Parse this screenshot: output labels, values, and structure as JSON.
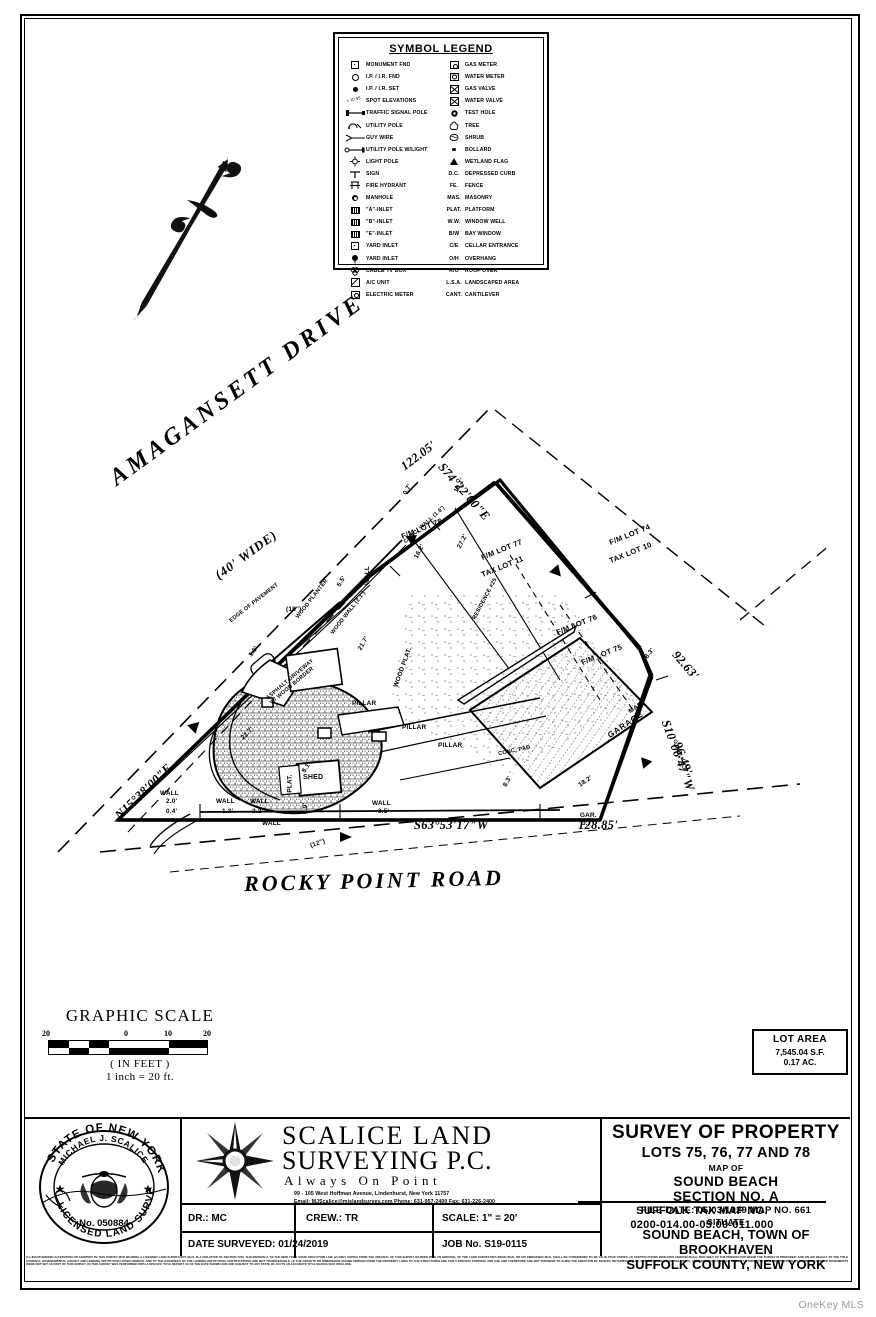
{
  "document": {
    "type": "land-survey",
    "watermark": "OneKey MLS"
  },
  "legend": {
    "title": "SYMBOL LEGEND",
    "left_column": [
      {
        "icon": "monument-found-icon",
        "label": "MONUMENT FND"
      },
      {
        "icon": "pipe-found-icon",
        "label": "I.P. / I.R. FND"
      },
      {
        "icon": "pipe-set-icon",
        "label": "I.P. / I.R. SET"
      },
      {
        "icon": "spot-elevation-icon",
        "label": "SPOT ELEVATIONS"
      },
      {
        "icon": "traffic-signal-pole-icon",
        "label": "TRAFFIC SIGNAL POLE"
      },
      {
        "icon": "utility-pole-icon",
        "label": "UTILITY POLE"
      },
      {
        "icon": "guy-wire-icon",
        "label": "GUY WIRE"
      },
      {
        "icon": "utility-pole-light-icon",
        "label": "UTILITY POLE W/LIGHT"
      },
      {
        "icon": "light-pole-icon",
        "label": "LIGHT POLE"
      },
      {
        "icon": "sign-icon",
        "label": "SIGN"
      },
      {
        "icon": "fire-hydrant-icon",
        "label": "FIRE HYDRANT"
      },
      {
        "icon": "manhole-icon",
        "label": "MANHOLE"
      },
      {
        "icon": "a-inlet-icon",
        "label": "\"A\"-INLET"
      },
      {
        "icon": "b-inlet-icon",
        "label": "\"B\"-INLET"
      },
      {
        "icon": "e-inlet-icon",
        "label": "\"E\"-INLET"
      },
      {
        "icon": "yard-inlet-square-icon",
        "label": "YARD INLET"
      },
      {
        "icon": "yard-inlet-round-icon",
        "label": "YARD INLET"
      },
      {
        "icon": "cable-tv-box-icon",
        "label": "CABLE TV BOX"
      },
      {
        "icon": "ac-unit-icon",
        "label": "A/C UNIT"
      },
      {
        "icon": "electric-meter-icon",
        "label": "ELECTRIC METER"
      }
    ],
    "right_column": [
      {
        "icon": "gas-meter-icon",
        "abbr": "",
        "label": "GAS METER"
      },
      {
        "icon": "water-meter-icon",
        "abbr": "",
        "label": "WATER METER"
      },
      {
        "icon": "gas-valve-icon",
        "abbr": "",
        "label": "GAS VALVE"
      },
      {
        "icon": "water-valve-icon",
        "abbr": "",
        "label": "WATER VALVE"
      },
      {
        "icon": "test-hole-icon",
        "abbr": "",
        "label": "TEST HOLE"
      },
      {
        "icon": "tree-icon",
        "abbr": "",
        "label": "TREE"
      },
      {
        "icon": "shrub-icon",
        "abbr": "",
        "label": "SHRUB"
      },
      {
        "icon": "bollard-icon",
        "abbr": "",
        "label": "BOLLARD"
      },
      {
        "icon": "wetland-flag-icon",
        "abbr": "",
        "label": "WETLAND FLAG"
      },
      {
        "icon": "",
        "abbr": "D.C.",
        "label": "DEPRESSED CURB"
      },
      {
        "icon": "",
        "abbr": "FE.",
        "label": "FENCE"
      },
      {
        "icon": "",
        "abbr": "MAS.",
        "label": "MASONRY"
      },
      {
        "icon": "",
        "abbr": "PLAT.",
        "label": "PLATFORM"
      },
      {
        "icon": "",
        "abbr": "W.W.",
        "label": "WINDOW WELL"
      },
      {
        "icon": "",
        "abbr": "B/W",
        "label": "BAY WINDOW"
      },
      {
        "icon": "",
        "abbr": "C/E",
        "label": "CELLAR ENTRANCE"
      },
      {
        "icon": "",
        "abbr": "O/H",
        "label": "OVERHANG"
      },
      {
        "icon": "",
        "abbr": "R/O",
        "label": "ROOF OVER"
      },
      {
        "icon": "",
        "abbr": "L.S.A.",
        "label": "LANDSCAPED AREA"
      },
      {
        "icon": "",
        "abbr": "CANT.",
        "label": "CANTILEVER"
      }
    ]
  },
  "map": {
    "streets": [
      {
        "name": "AMAGANSETT DRIVE",
        "width_note": "(40' WIDE)"
      },
      {
        "name": "ROCKY POINT ROAD",
        "width_note": ""
      }
    ],
    "boundaries": [
      {
        "side": "north",
        "distance": "122.05'",
        "bearing": "S74°22'00\"E"
      },
      {
        "side": "northeast",
        "distance": "92.63'",
        "bearing": ""
      },
      {
        "side": "east",
        "distance": "96.49'",
        "bearing": "S10°06'47\"W"
      },
      {
        "side": "south",
        "distance": "128.85'",
        "bearing": "S63°53'17\"W"
      },
      {
        "side": "west",
        "distance": "",
        "bearing": "N15°38'00\"E"
      }
    ],
    "lot_labels": [
      "F/M LOT 78",
      "F/M LOT 77",
      "TAX LOT 11",
      "F/M LOT 76",
      "F/M LOT 75",
      "F/M LOT 74",
      "TAX LOT 10"
    ],
    "features": [
      "EDGE OF PAVEMENT",
      "ASPHALT DRIVEWAY W/ WOOD BORDER",
      "WOOD PLANTER",
      "WOOD WALL (2.1')",
      "CONC. WALL (1.6')",
      "WOOD PLAT.",
      "RESIDENCE #25",
      "PILLAR",
      "SHED",
      "PLAT.",
      "GARAGE",
      "CONC. PAD",
      "WALL",
      "GAR.",
      "MAS."
    ],
    "dimension_notes": [
      "21.7'",
      "22.7'",
      "27.2'",
      "16.2'",
      "18.2'",
      "10.1'",
      "8.3'",
      "3.5'",
      "3.7'",
      "2.2'",
      "1.3'",
      "2.0'",
      "0.4'",
      "0.7'",
      "1.6'",
      "5.5'",
      "6.9'",
      "8.1'",
      "(18\")",
      "(12\")"
    ]
  },
  "graphic_scale": {
    "title": "GRAPHIC SCALE",
    "ticks": [
      "20",
      "0",
      "10",
      "20"
    ],
    "units": "( IN FEET )",
    "equivalence": "1 inch =  20 ft."
  },
  "lot_area": {
    "title": "LOT AREA",
    "square_feet": "7,545.04 S.F.",
    "acres": "0.17 AC."
  },
  "seal": {
    "line_top": "STATE OF NEW YORK",
    "surveyor_name": "MICHAEL  J.  SCALICE",
    "license": "No. 050884",
    "line_bottom": "LICENSED LAND SURVEYOR"
  },
  "company": {
    "name_line1": "SCALICE  LAND",
    "name_line2": "SURVEYING P.C.",
    "tagline": "Always   On   Point",
    "address_line1": "99 - 105 West Hoffman Avenue,          Lindenhurst,          New York          11757",
    "address_line2": "Email: MJScalice@mjslandsurvey.com   Phone: 631-957-2400  Fax: 631-226-2400"
  },
  "title_block": {
    "drawn_by": "DR.: MC",
    "crew": "CREW.: TR",
    "scale": "SCALE:  1\"  =  20'",
    "date_surveyed": "DATE SURVEYED: 01/24/2019",
    "job_no": "JOB No. S19-0115",
    "tax_map_title": "SUFFOLK TAX MAP NO.",
    "tax_map_number": "0200-014.00-05.00-011.000"
  },
  "survey": {
    "title": "SURVEY OF PROPERTY",
    "lots": "LOTS 75, 76, 77 AND 78",
    "map_of": "MAP OF",
    "subdivision": "SOUND BEACH",
    "section": "SECTION NO. A",
    "file_info": "FILE DATE: 06/03/1929 MAP NO. 661",
    "situate": "SITUATE",
    "location_line1": "SOUND BEACH, TOWN OF BROOKHAVEN",
    "location_line2": "SUFFOLK COUNTY, NEW YORK"
  },
  "disclaimer": {
    "text": "(1) UNAUTHORIZED ALTERATION OR ADDITION TO THIS SURVEY MAP BEARING A LICENSED LAND SURVEYOR'S SEAL IS A VIOLATION OF SECTION 7209, SUB-DIVISION 2, OF THE NEW YORK STATE EDUCATION LAW. (2) ONLY COPIES FROM THE ORIGINAL OF THIS SURVEY MARKED WITH AN ORIGINAL OF THE LAND SURVEYOR'S INKED SEAL OR HIS EMBOSSED SEAL SHALL BE CONSIDERED TO BE VALID TRUE COPIES. (3) CERTIFICATIONS INDICATED HEREON SHALL RUN ONLY TO THE PERSON FOR WHOM THE SURVEY IS PREPARED, AND ON HIS BEHALF TO THE TITLE COMPANY, GOVERNMENTAL AGENCY AND LENDING INSTITUTION LISTED HEREON, AND TO THE ASSIGNEES OF THE LENDING INSTITUTION. CERTIFICATIONS ARE NOT TRANSFERABLE. (4) THE OFFSETS OR DIMENSIONS SHOWN HEREON FROM THE PROPERTY LINES TO THE STRUCTURES ARE FOR A SPECIFIC PURPOSE AND USE AND THEREFORE ARE NOT INTENDED TO GUIDE THE ERECTION OF FENCES, RETAINING WALLS, POOLS, PATIOS, PLANTING AREAS, ADDITIONS TO BUILDINGS, AND ANY OTHER TYPE OF CONSTRUCTION. (5) PROPERTY CORNER MONUMENTS WERE NOT SET AS PART OF THIS SURVEY. (6) THIS SURVEY WAS PERFORMED WITH A SPECIFIC TITLE REPORT AS OF THE DATE SHOWN AND ARE SUBJECT TO ANY STATE OF FACTS AN ACCURATE TITLE SEARCH MAY DISCLOSE."
  }
}
